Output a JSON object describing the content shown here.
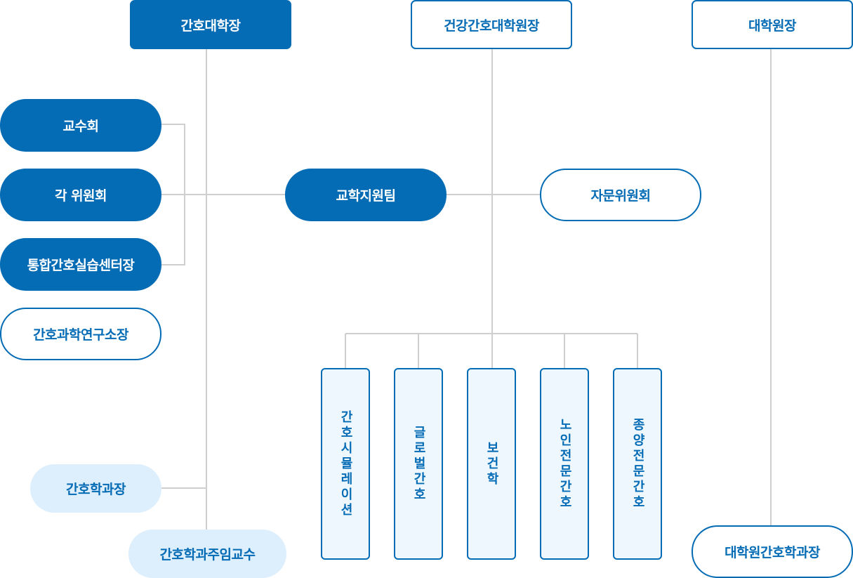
{
  "top": {
    "dean": "간호대학장",
    "health_institute_head": "건강간호대학원장",
    "graduate_dean": "대학원장"
  },
  "left": {
    "faculty_council": "교수회",
    "committees": "각 위원회",
    "sim_center": "통합간호실습센터장",
    "research_institute": "간호과학연구소장",
    "dept_chair": "간호학과장",
    "dept_head_professor": "간호학과주임교수"
  },
  "center": {
    "academic_support_team": "교학지원팀",
    "advisory_committee": "자문위원회"
  },
  "majors": [
    "간호시뮬레이션",
    "글로벌간호",
    "보건학",
    "노인전문간호",
    "종양전문간호"
  ],
  "right": {
    "grad_nursing_chair": "대학원간호학과장"
  },
  "colors": {
    "primary": "#046bb5",
    "light_fill": "#ddeefc",
    "vertical_fill": "#eef7fd",
    "connector": "#cfcfcf"
  }
}
